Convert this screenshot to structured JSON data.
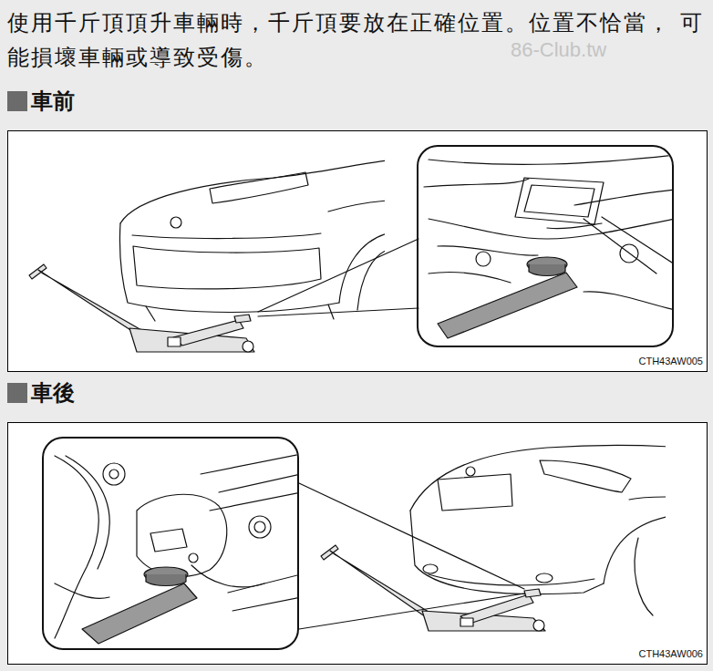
{
  "diagram": {
    "nodes": [
      {
        "text": [
          "車前",
          "CTH43AW005"
        ]
      },
      {
        "text": [
          "車後",
          "CTH43AW006"
        ]
      }
    ],
    "labels": [
      "使用千斤頂頂升車輛時，千斤頂要放在正確位置。位置不恰當， 可能損壞車輛或導致受傷。",
      "86-Club.tw"
    ]
  }
}
